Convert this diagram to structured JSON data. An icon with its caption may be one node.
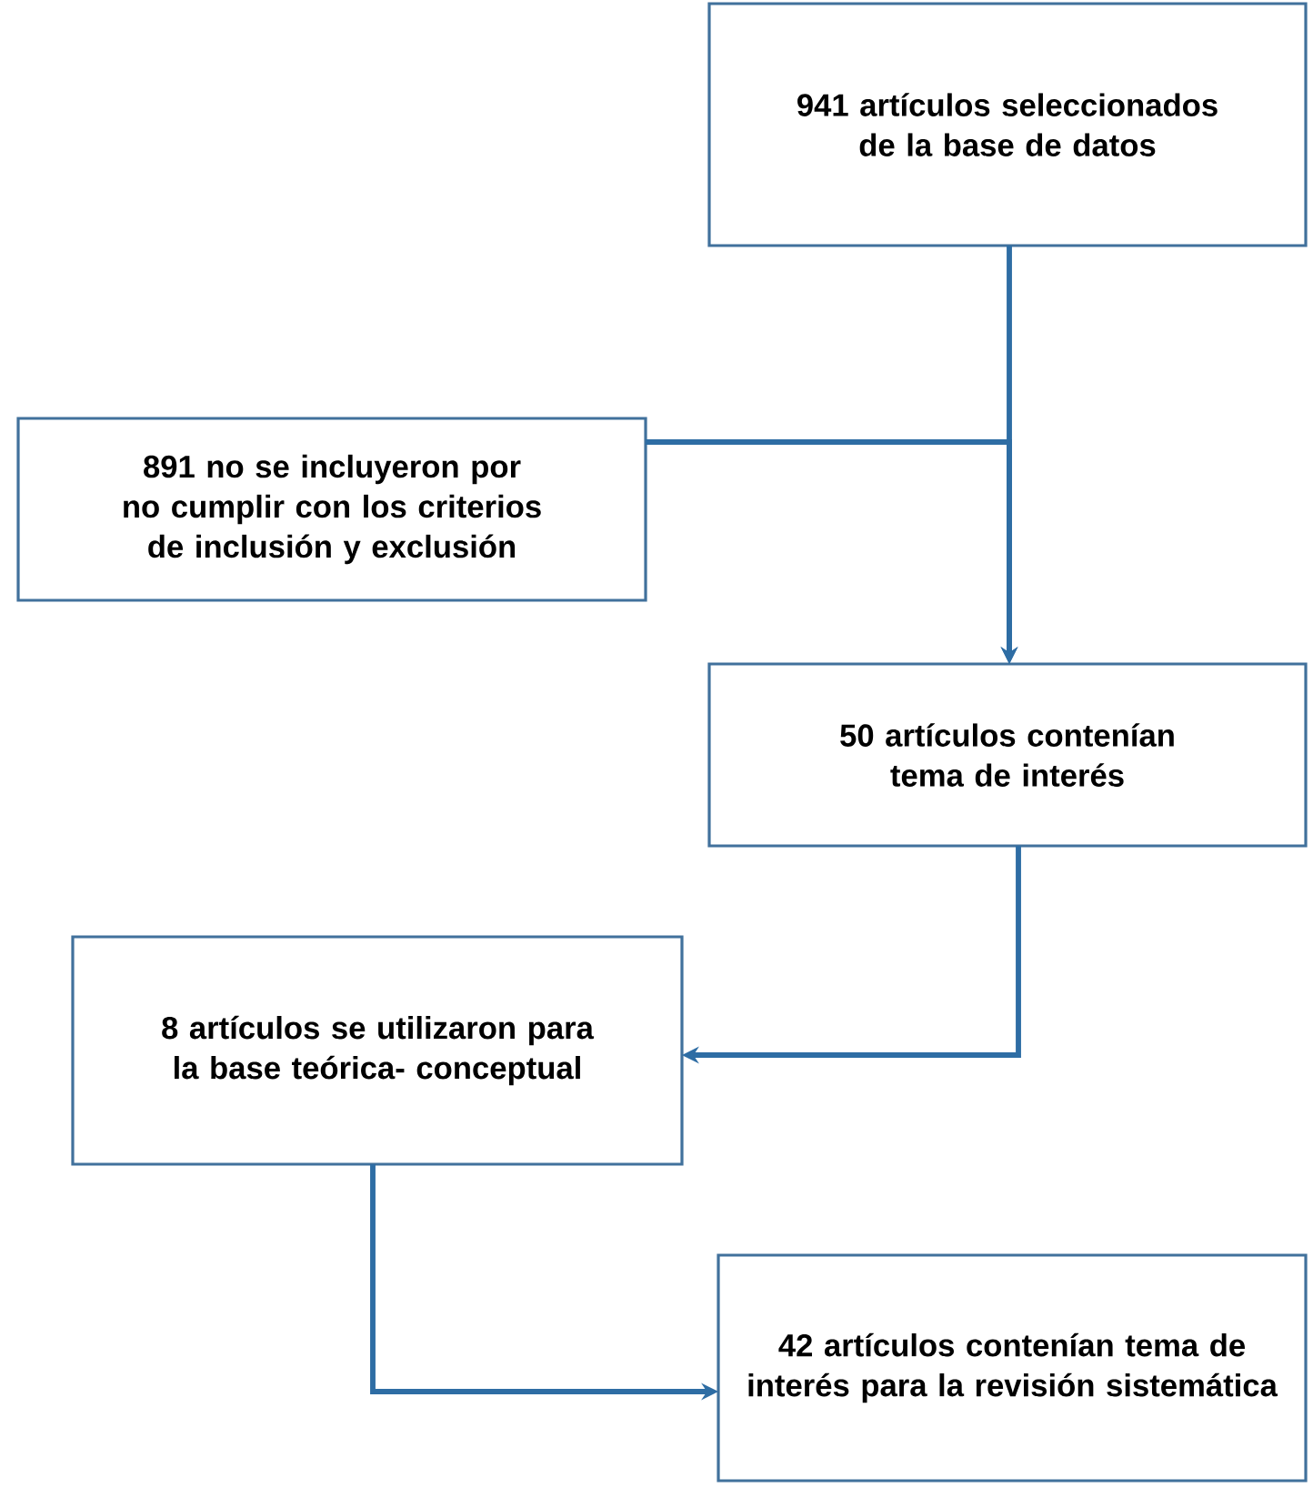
{
  "diagram": {
    "nodes": [
      {
        "text": [
          "941 artículos seleccionados de la base de datos"
        ]
      },
      {
        "text": [
          "891 no se incluyeron por no cumplir con los criterios de inclusión y exclusión"
        ]
      },
      {
        "text": [
          "50 artículos contenían tema de interés"
        ]
      },
      {
        "text": [
          "8 artículos se utilizaron para la base teórica- conceptual"
        ]
      },
      {
        "text": [
          "42 artículos contenían tema de interés para la revisión sistemática"
        ]
      }
    ],
    "edges": [
      {
        "from": 0,
        "to": 2,
        "arrow": "to"
      },
      {
        "from": 1,
        "to": 2,
        "arrow": "to"
      },
      {
        "from": 2,
        "to": 3,
        "arrow": "to"
      },
      {
        "from": 3,
        "to": 4,
        "arrow": "to"
      }
    ]
  }
}
